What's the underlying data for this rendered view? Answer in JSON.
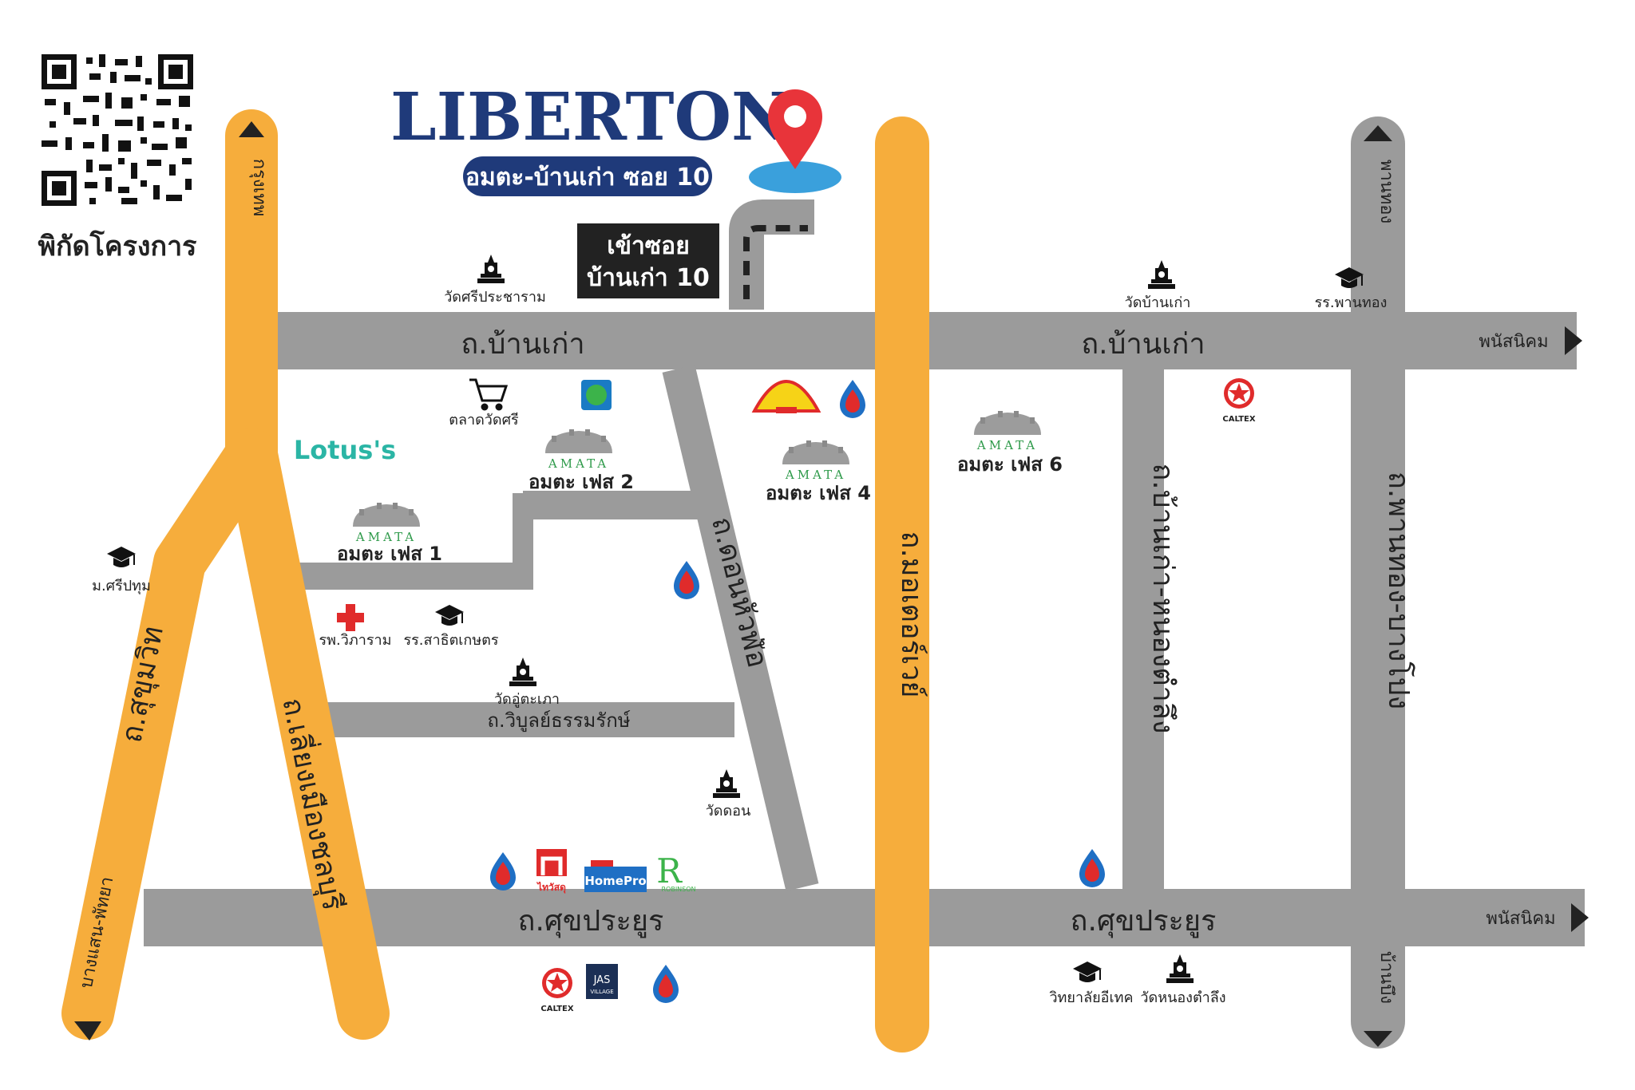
{
  "brand": {
    "name": "LIBERTON",
    "subtitle": "อมตะ-บ้านเก่า ซอย 10",
    "name_color": "#1f3a7a",
    "pin_color": "#e8343a",
    "pin_base_color": "#3aa0dc"
  },
  "qr": {
    "label": "พิกัดโครงการ"
  },
  "entrance": {
    "line1": "เข้าซอย",
    "line2": "บ้านเก่า 10"
  },
  "roads": {
    "ban_kao_left": "ถ.บ้านเก่า",
    "ban_kao_right": "ถ.บ้านเก่า",
    "sukprayoon_left": "ถ.ศุขประยูร",
    "sukprayoon_right": "ถ.ศุขประยูร",
    "don_hua_lo": "ถ.ดอนหัวฬ่อ",
    "wiboon": "ถ.วิบูลย์ธรรมรักษ์",
    "sukhumvit": "ถ.สุขุมวิท",
    "liang_mueang": "ถ.เลี่ยงเมืองชลบุรี",
    "motorway": "ถ.มอเตอร์เวย์",
    "ban_kao_nong": "ถ.บ้านเก่า-หนองตำลึง",
    "phan_thong": "ถ.พานทอง-บางโปง"
  },
  "directions": {
    "bangkok": "กรุงเทพ",
    "bangsaen_pattaya": "บางแสน-พัทยา",
    "phanat_top": "พนัสนิคม",
    "phanat_bottom": "พนัสนิคม",
    "phan_thong": "พานทอง",
    "ban_bueng": "บ้านบึง"
  },
  "pois": {
    "wat_sri_pracharam": "วัดศรีประชาราม",
    "talad_wat_sri": "ตลาดวัดศรี",
    "lotus": "Lotus's",
    "msripatum": "ม.ศรีปทุม",
    "hospital": "รพ.วิภาราม",
    "school_sathit": "รร.สาธิตเกษตร",
    "wat_u_taphao": "วัดอู่ตะเภา",
    "wat_don": "วัดดอน",
    "wat_ban_kao": "วัดบ้านเก่า",
    "school_phan_thong": "รร.พานทอง",
    "caltex": "CALTEX",
    "thai_watsadu": "ไทวัสดุ",
    "homepro": "HomePro",
    "robinson": "ROBINSON",
    "jas": "JAS",
    "jas_sub": "VILLAGE",
    "college": "วิทยาลัยอีเทค",
    "wat_nong_tamlueng": "วัดหนองตำลึง"
  },
  "amata": {
    "logo_text": "AMATA",
    "phase1": "อมตะ เฟส 1",
    "phase2": "อมตะ เฟส 2",
    "phase4": "อมตะ เฟส 4",
    "phase6": "อมตะ เฟส 6"
  },
  "colors": {
    "road_gray": "#9b9b9b",
    "road_orange": "#f6ad3c",
    "arrow": "#222222"
  }
}
